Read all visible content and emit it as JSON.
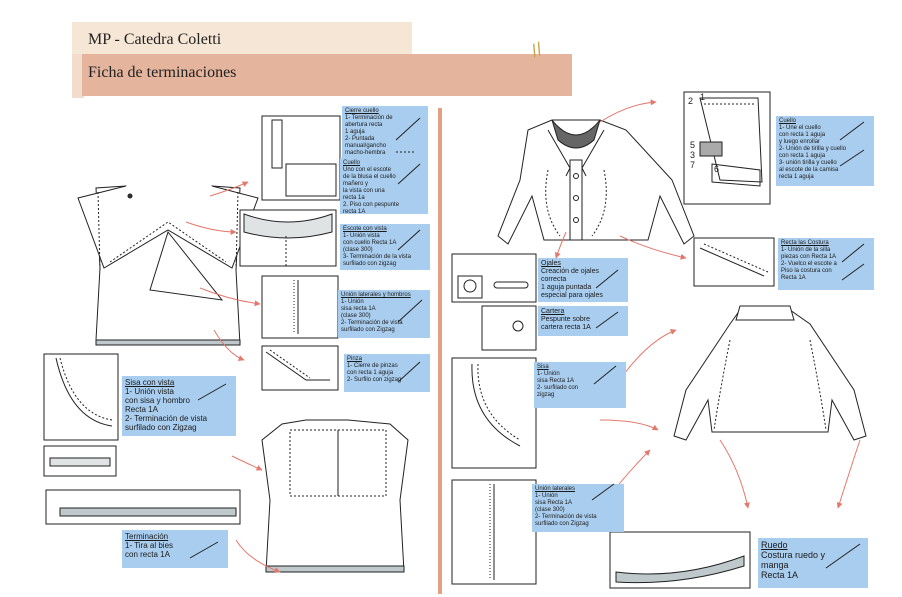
{
  "header": {
    "course": "MP - Catedra Coletti",
    "title": "Ficha de terminaciones"
  },
  "colors": {
    "note_bg": "#a9cdee",
    "header_light": "#f6e6d6",
    "header_dark": "#e4b49c",
    "arrow": "#e3786c",
    "divider": "#e2a282"
  },
  "notes": {
    "cierre_cuello": {
      "title": "Cierre cuello",
      "lines": [
        "1- Terminación de",
        "abertura recta",
        "1 aguja",
        "2- Puntada",
        "manual/gancho",
        "macho-hembra"
      ]
    },
    "cuello_left": {
      "title": "Cuello",
      "lines": [
        "Uno con el escote",
        "de la blusa el cuello",
        "mañero y",
        "la vista con una",
        "recta 1a",
        "2. Piso con pespunte",
        "recta 1A"
      ]
    },
    "escote_vista": {
      "title": "Escote con vista",
      "lines": [
        "1- Unión vista",
        "con cuello Recta 1A",
        "(clase 300)",
        "3- Terminación de la vista",
        "surfilado con zigzag"
      ]
    },
    "union_laterales_left": {
      "title": "Unión laterales y hombros",
      "lines": [
        "1- Unión",
        "sisa recta 1A",
        "(clase 300)",
        "2- Terminación de vista",
        "surfilado con Zigzag"
      ]
    },
    "pinza": {
      "title": "Pinza",
      "lines": [
        "1- Cierre de pinzas",
        "con recta 1 aguja",
        "2- Surfilo con zigzag"
      ]
    },
    "sisa_vista": {
      "title": "Sisa con vista",
      "lines": [
        "1- Unión vista",
        "con sisa y hombro",
        "Recta 1A",
        "2- Terminación de vista",
        "surfilado con Zigzag"
      ]
    },
    "terminacion": {
      "title": "Terminación",
      "lines": [
        "1- Tira al bies",
        "con recta 1A"
      ]
    },
    "cuello_right": {
      "title": "Cuello",
      "lines": [
        "1- Une el cuello",
        "con recta 1 aguja",
        "y luego enrollar",
        "2- Unión de tirilla y cuello",
        "con recta 1 aguja",
        "3- unión tirilla y cuello",
        "al escote de la camisa",
        "recta 1 aguja"
      ]
    },
    "recta_costura": {
      "title": "Recta las Costura",
      "lines": [
        "1- Unión de la silla",
        "piezas con Recta 1A",
        "2- Vuelco el escote a",
        "Piso la costura con",
        "Recta 1A"
      ]
    },
    "ojales": {
      "title": "Ojales",
      "lines": [
        "Creación de ojales",
        "correcta",
        "1 aguja puntada",
        "especial para ojales"
      ]
    },
    "cartera": {
      "title": "Cartera",
      "lines": [
        "Pespunte sobre",
        "cartera recta 1A"
      ]
    },
    "sisa_right": {
      "title": "Sisa",
      "lines": [
        "1- Unión",
        "sisa Recta 1A",
        "2- surfilado con",
        "zigzag"
      ]
    },
    "union_laterales_right": {
      "title": "Unión laterales",
      "lines": [
        "1- Unión",
        "sisa Recta 1A",
        "(clase 300)",
        "2- Terminación de vista",
        "surfilado con Zigzag"
      ]
    },
    "ruedo": {
      "title": "Ruedo",
      "lines": [
        "Costura ruedo y",
        "manga",
        "Recta 1A"
      ]
    }
  },
  "diagram_numbers": [
    "2",
    "1",
    "5",
    "3",
    "7",
    "6"
  ]
}
